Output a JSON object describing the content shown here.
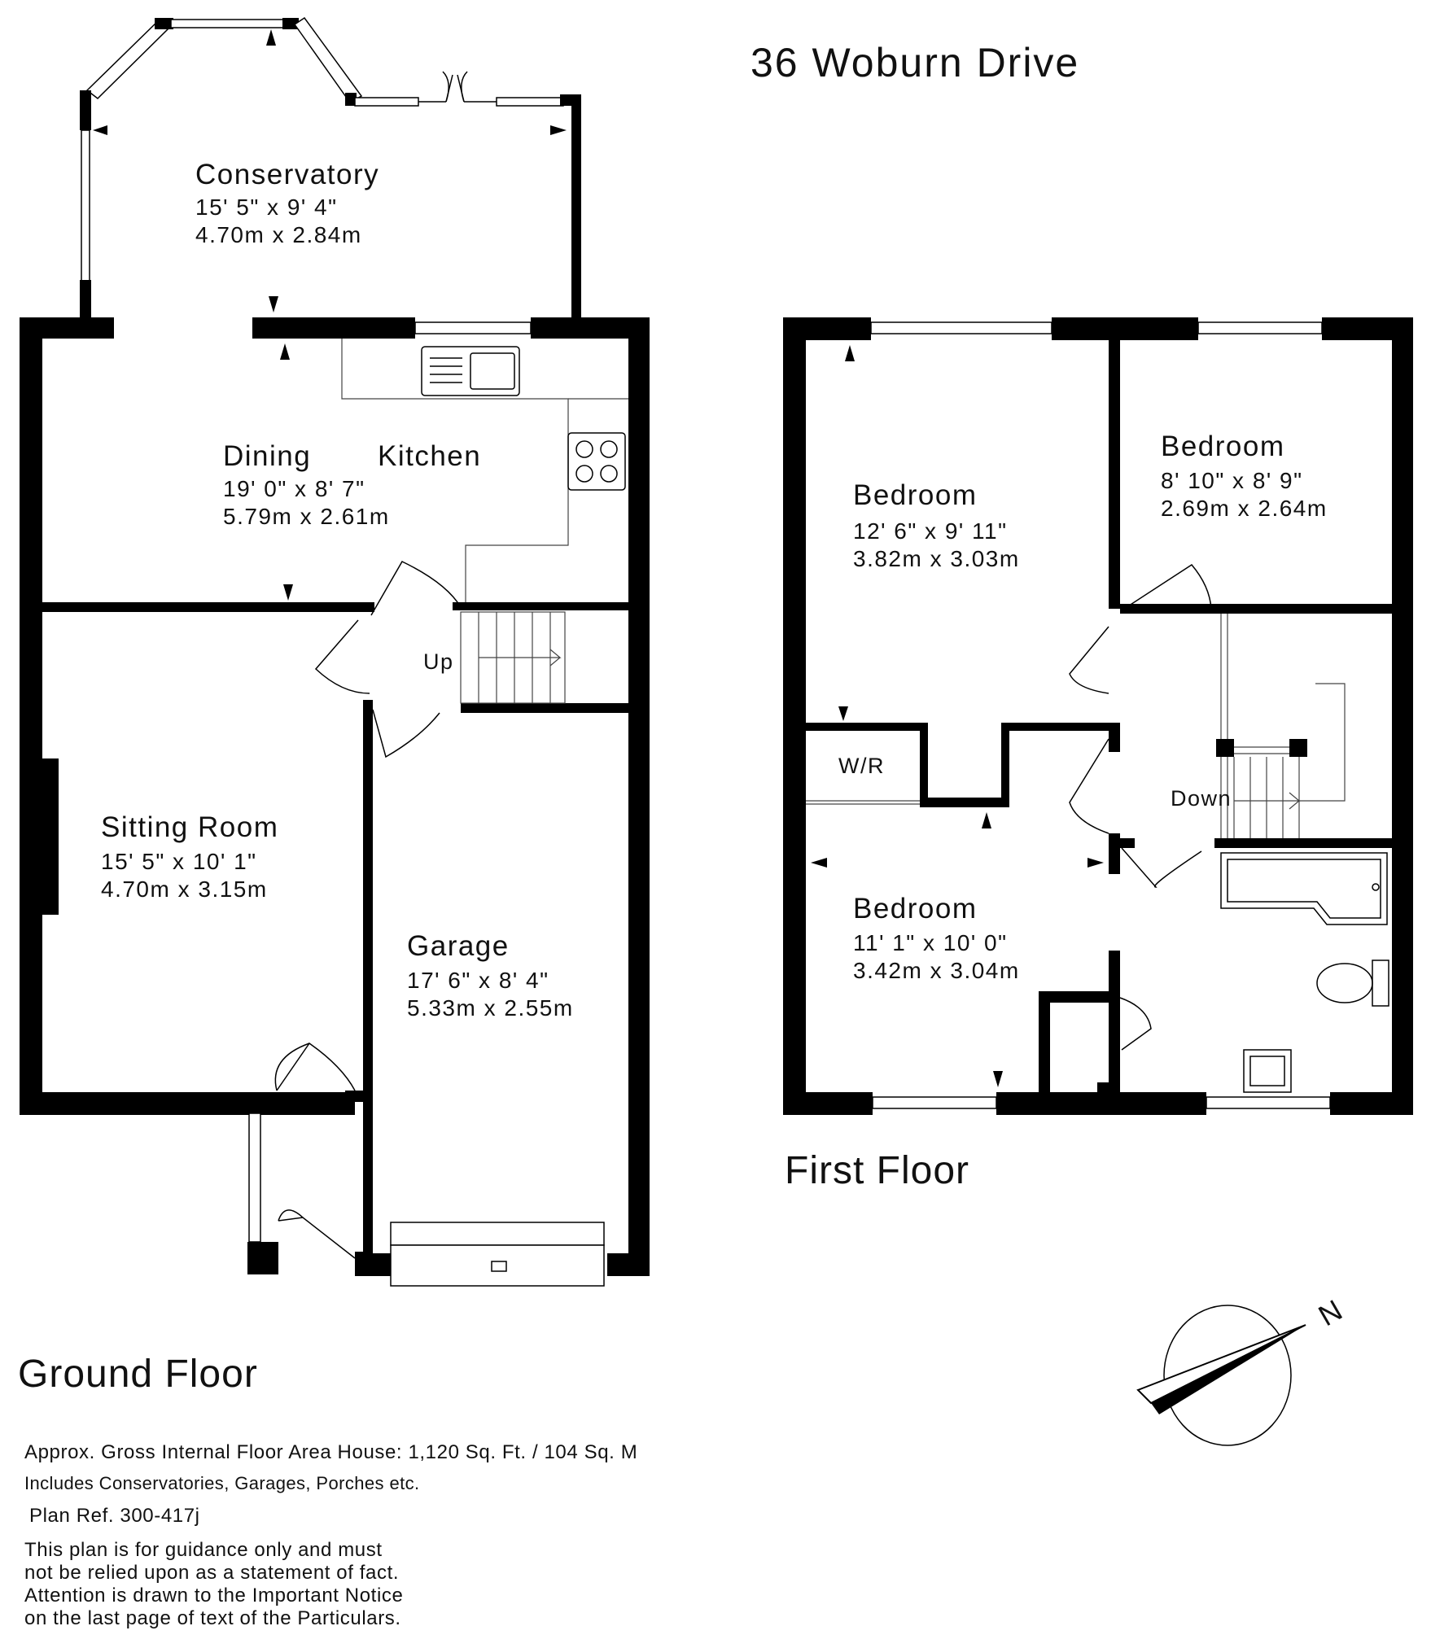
{
  "property": {
    "address": "36 Woburn Drive"
  },
  "floors": {
    "ground": {
      "label": "Ground Floor",
      "rooms": {
        "conservatory": {
          "name": "Conservatory",
          "imperial": "15' 5\" x 9' 4\"",
          "metric": "4.70m x 2.84m"
        },
        "dining": {
          "name": "Dining"
        },
        "kitchen": {
          "name": "Kitchen",
          "imperial": "19' 0\" x 8' 7\"",
          "metric": "5.79m x 2.61m"
        },
        "sitting": {
          "name": "Sitting Room",
          "imperial": "15' 5\" x 10' 1\"",
          "metric": "4.70m x 3.15m"
        },
        "garage": {
          "name": "Garage",
          "imperial": "17' 6\" x 8' 4\"",
          "metric": "5.33m x 2.55m"
        }
      },
      "stairs_label": "Up"
    },
    "first": {
      "label": "First Floor",
      "rooms": {
        "bedroom1": {
          "name": "Bedroom",
          "imperial": "12' 6\" x 9' 11\"",
          "metric": "3.82m x 3.03m"
        },
        "bedroom2": {
          "name": "Bedroom",
          "imperial": "8' 10\" x 8' 9\"",
          "metric": "2.69m x 2.64m"
        },
        "bedroom3": {
          "name": "Bedroom",
          "imperial": "11' 1\" x 10' 0\"",
          "metric": "3.42m x 3.04m"
        },
        "wardrobe": {
          "name": "W/R"
        }
      },
      "stairs_label": "Down"
    }
  },
  "compass": {
    "label": "N",
    "icon": "north-arrow-icon"
  },
  "notes": {
    "area": "Approx. Gross Internal Floor Area House: 1,120 Sq. Ft. / 104 Sq. M",
    "includes": "Includes Conservatories, Garages, Porches etc.",
    "plan_ref": "Plan Ref. 300-417j",
    "disclaimer": [
      "This plan is for guidance only and must",
      "not be relied upon as a statement of fact.",
      "Attention is drawn to the Important Notice",
      "on the last page of text of the Particulars."
    ]
  },
  "colors": {
    "wall": "#000000",
    "background": "#ffffff"
  }
}
